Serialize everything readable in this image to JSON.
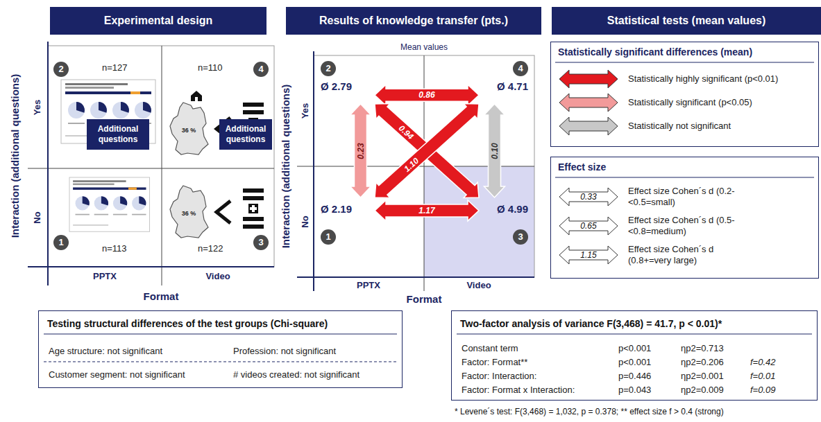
{
  "diagram": {
    "nodes": [
      {
        "text": [
          "Experimental design"
        ]
      },
      {
        "text": [
          "Results of knowledge transfer (pts.)"
        ]
      },
      {
        "text": [
          "Statistical tests (mean values)"
        ]
      },
      {
        "text": [
          "2",
          "n=127"
        ]
      },
      {
        "text": [
          "Additional questions"
        ],
        "in": 3
      },
      {
        "text": [
          "4",
          "n=110"
        ]
      },
      {
        "text": [
          "Additional questions"
        ],
        "in": 5
      },
      {
        "text": [
          "1",
          "n=113"
        ]
      },
      {
        "text": [
          "3",
          "n=122"
        ]
      },
      {
        "text": [
          "2",
          "Ø 2.79"
        ]
      },
      {
        "text": [
          "4",
          "Ø 4.71"
        ]
      },
      {
        "text": [
          "1",
          "Ø 2.19"
        ]
      },
      {
        "text": [
          "3",
          "Ø 4.99"
        ]
      },
      {
        "text": [
          "Statistically significant differences (mean)"
        ]
      },
      {
        "text": [
          "Effect size"
        ]
      },
      {
        "text": [
          "Testing structural differences of the test groups (Chi-square)",
          "Age structure: not significant",
          "Profession: not significant",
          "Customer segment: not significant",
          "# videos created: not significant"
        ]
      },
      {
        "text": [
          "Two-factor analysis of variance F(3,468) = 41.7, p < 0.01)*",
          "Constant term",
          "p<0.001",
          "ηp2=0.713",
          "Factor: Format**",
          "p<0.001",
          "ηp2=0.206",
          "f=0.42",
          "Factor: Interaction:",
          "p=0.446",
          "ηp2=0.001",
          "f=0.01",
          "Factor: Format x Interaction:",
          "p=0.043",
          "ηp2=0.009",
          "f=0.09"
        ]
      }
    ],
    "edges": [
      {
        "from": 9,
        "to": 10,
        "label": "0.86",
        "arrow": "both"
      },
      {
        "from": 9,
        "to": 11,
        "label": "0.23",
        "arrow": "both"
      },
      {
        "from": 10,
        "to": 12,
        "label": "0.10",
        "arrow": "both"
      },
      {
        "from": 9,
        "to": 12,
        "label": "0.94",
        "arrow": "both"
      },
      {
        "from": 11,
        "to": 10,
        "label": "1.10",
        "arrow": "both"
      },
      {
        "from": 11,
        "to": 12,
        "label": "1.17",
        "arrow": "both"
      }
    ],
    "labels": [
      "Interaction (additional questions)",
      "Yes",
      "No",
      "36 %",
      "36 %",
      "PPTX",
      "Video",
      "Format",
      "Mean values",
      "Interaction (additional questions)",
      "Yes",
      "No",
      "PPTX",
      "Video",
      "Format",
      "0.33",
      "0.65",
      "1.15",
      "* Levene´s test: F(3,468) = 1,032, p = 0.378; ** effect size f > 0.4 (strong)"
    ],
    "legend": [
      {
        "text": "Statistically highly significant (p<0.01)",
        "color": "#e3191f"
      },
      {
        "text": "Statistically significant (p<0.05)",
        "color": "#f29a9a"
      },
      {
        "text": "Statistically not significant",
        "color": "#c8c8c8"
      },
      {
        "text": "Effect size Cohen´s d (0.2-<0.5=small)"
      },
      {
        "text": "Effect size Cohen´s d (0.5-<0.8=medium)"
      },
      {
        "text": "Effect size Cohen´s d (0.8+=very large)"
      }
    ]
  }
}
